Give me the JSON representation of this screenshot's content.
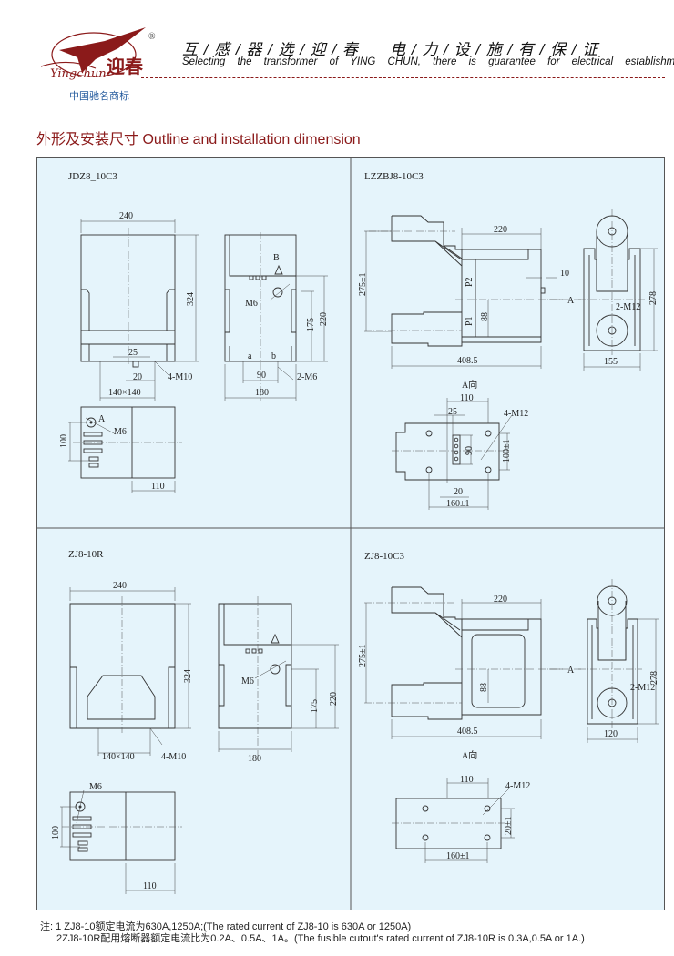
{
  "header": {
    "logo_text": "迎春",
    "logo_script": "Yingchun",
    "registered_mark": "®",
    "slogan_cn": "互 / 感 / 器 / 选 / 迎 / 春      电 / 力 / 设 / 施 / 有 / 保 / 证",
    "slogan_en": "Selecting the transformer of YING CHUN, there is guarantee for electrical establishment.",
    "trademark_note": "中国驰名商标"
  },
  "section_title": "外形及安装尺寸 Outline and installation dimension",
  "panels": [
    {
      "title": "JDZ8_10C3",
      "labels": {
        "w240": "240",
        "h324": "324",
        "d25": "25",
        "d20": "20",
        "d140": "140×140",
        "m10": "4-M10",
        "B": "B",
        "m6": "M6",
        "d175": "175",
        "d220": "220",
        "a": "a",
        "b": "b",
        "d90": "90",
        "d180": "180",
        "m6b": "2-M6",
        "A": "A",
        "m6c": "M6",
        "d100": "100",
        "d110": "110"
      }
    },
    {
      "title": "LZZBJ8-10C3",
      "labels": {
        "d220": "220",
        "d275": "275±1",
        "p2": "P2",
        "p1": "P1",
        "d88": "88",
        "d10": "10",
        "A": "A",
        "d408": "408.5",
        "d278": "278",
        "m12": "2-M12",
        "d155": "155",
        "view": "A向",
        "d110": "110",
        "d25": "25",
        "m12b": "4-M12",
        "d90": "90",
        "d100": "100±1",
        "d20": "20",
        "d160": "160±1"
      }
    },
    {
      "title": "ZJ8-10R",
      "labels": {
        "w240": "240",
        "h324": "324",
        "d140": "140×140",
        "m10": "4-M10",
        "m6": "M6",
        "d175": "175",
        "d220": "220",
        "d180": "180",
        "m6c": "M6",
        "d100": "100",
        "d110": "110"
      }
    },
    {
      "title": "ZJ8-10C3",
      "labels": {
        "d220": "220",
        "d275": "275±1",
        "d88": "88",
        "A": "A",
        "d408": "408.5",
        "d278": "278",
        "m12": "2-M12",
        "d120": "120",
        "view": "A向",
        "d110": "110",
        "m12b": "4-M12",
        "d20": "20±1",
        "d160": "160±1"
      }
    }
  ],
  "notes": [
    "注: 1 ZJ8-10额定电流为630A,1250A;(The rated current of ZJ8-10 is 630A or 1250A)",
    "2ZJ8-10R配用熔断器额定电流比为0.2A、0.5A、1A。(The fusible cutout's rated current of ZJ8-10R is 0.3A,0.5A or 1A.)"
  ],
  "colors": {
    "brand": "#8b1a1a",
    "panel_bg": "#e5f4fb",
    "trademark": "#2a5fa0"
  }
}
